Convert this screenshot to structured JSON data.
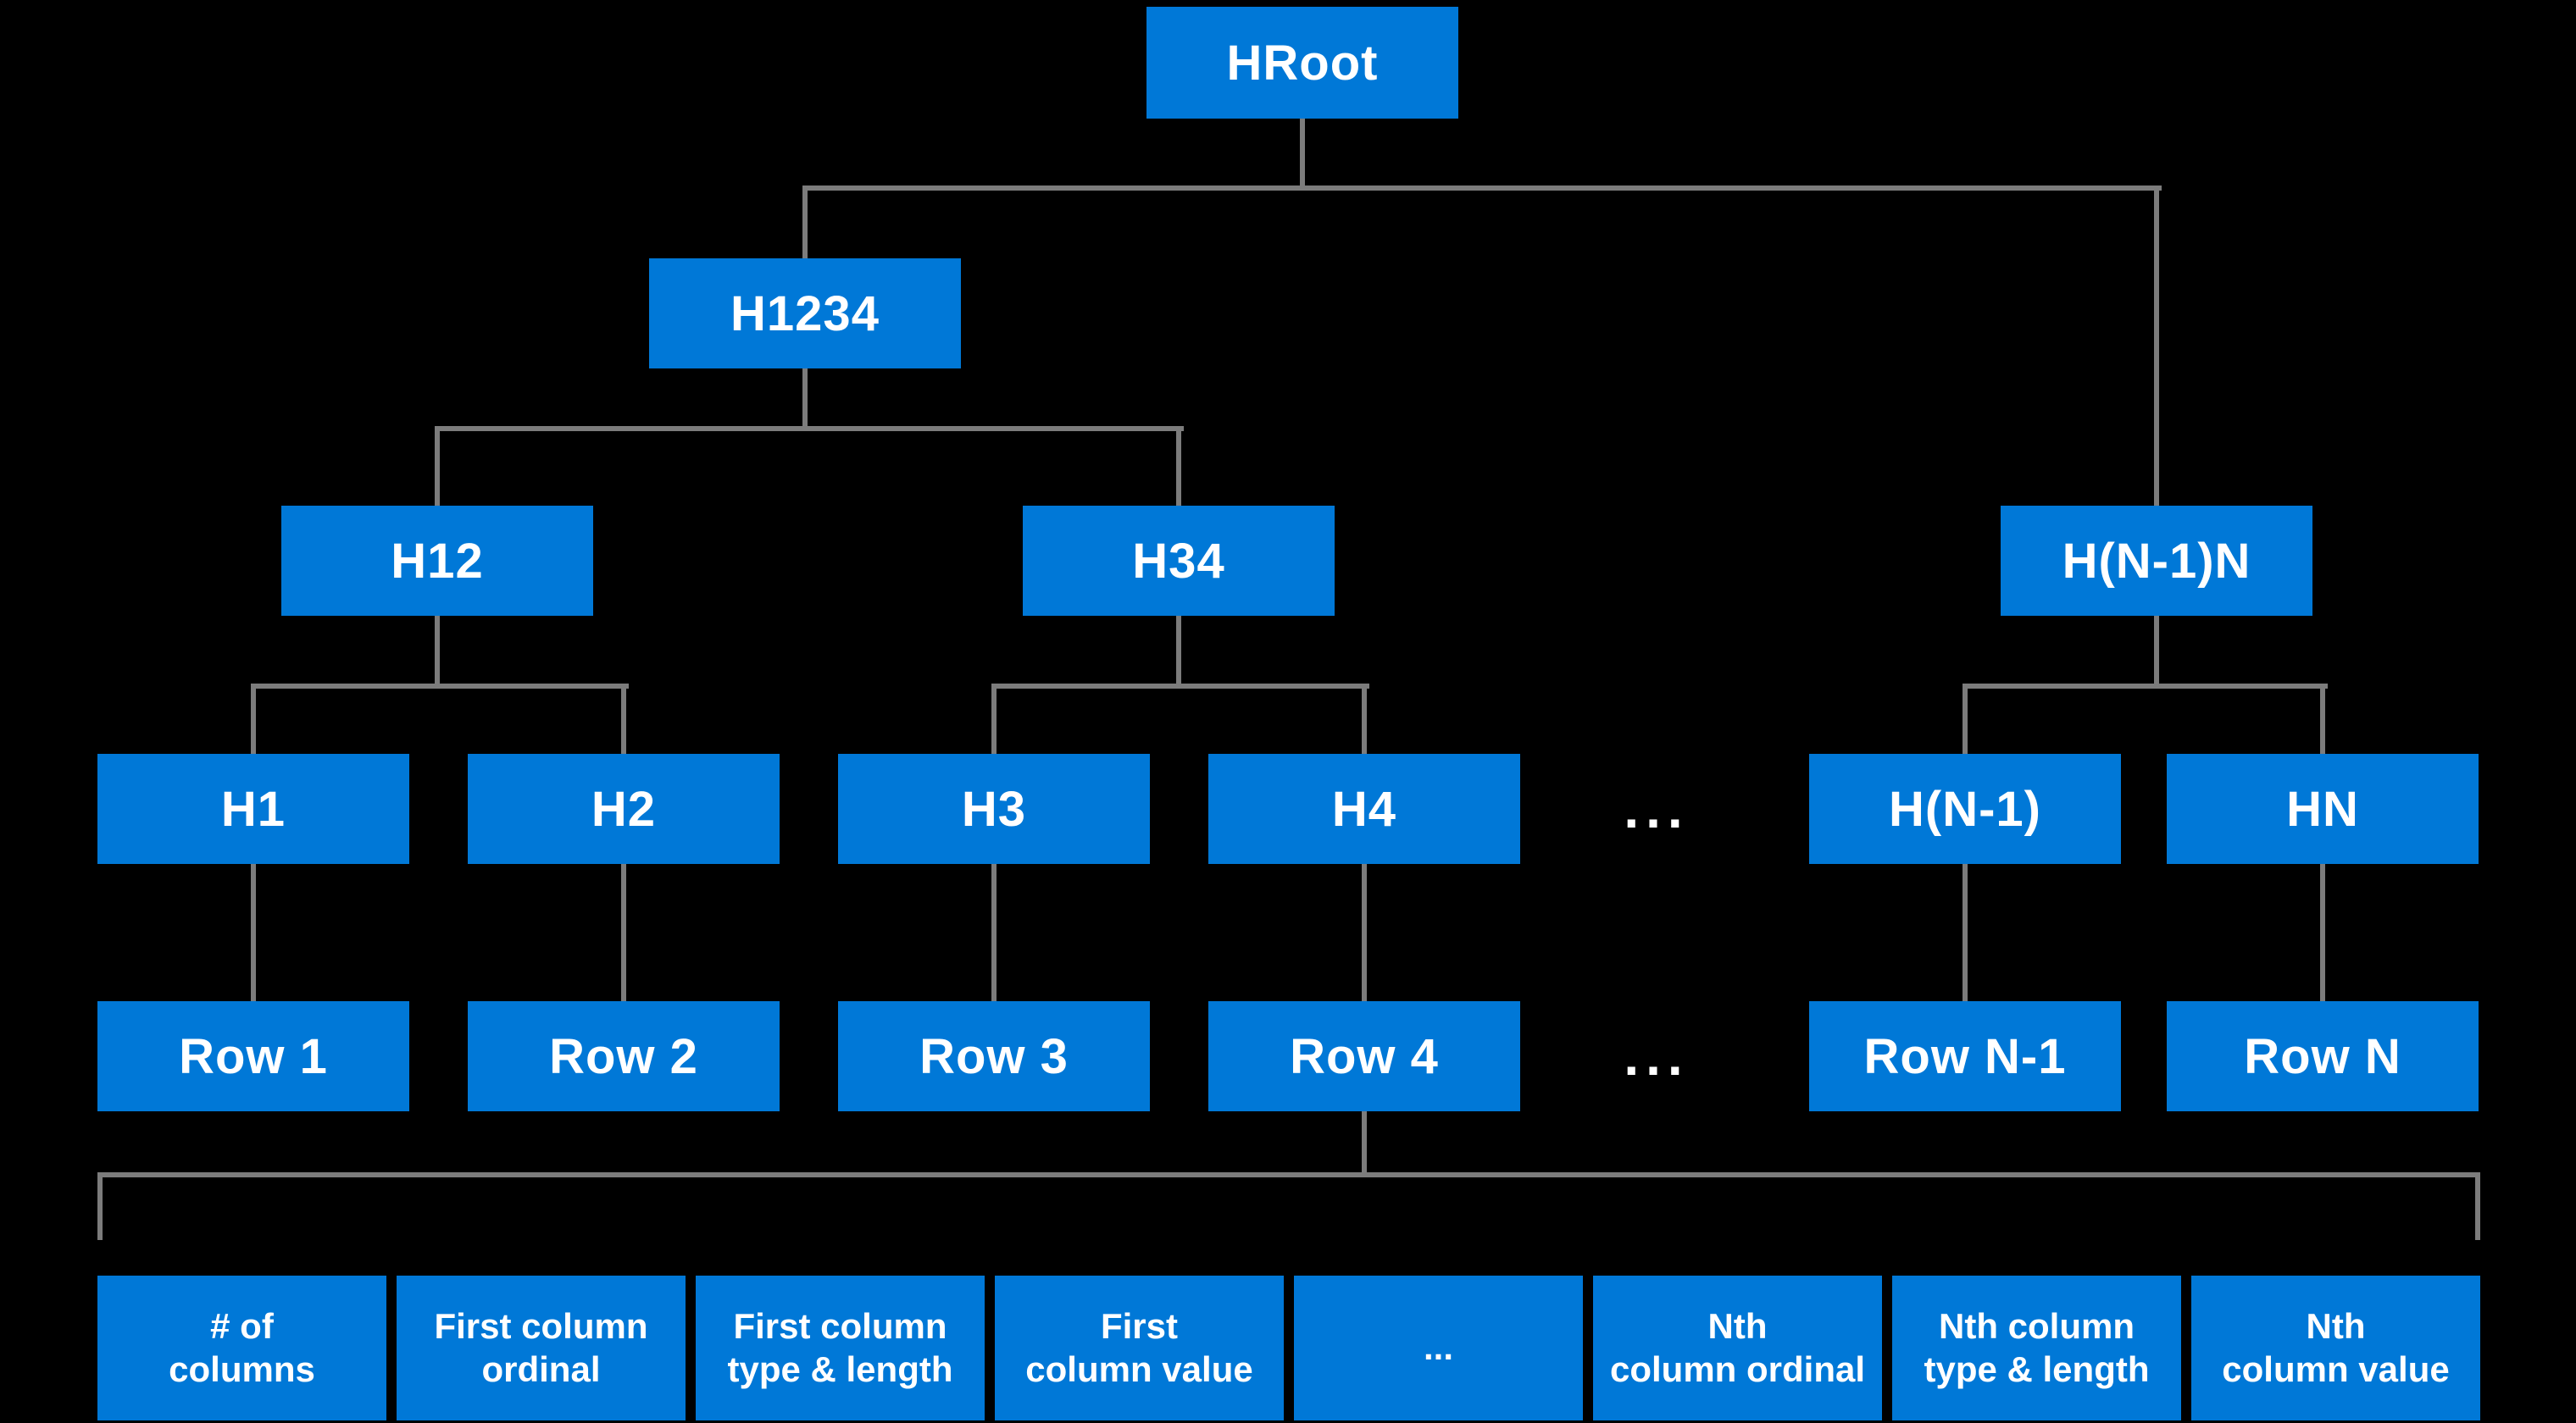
{
  "diagram": {
    "type": "hash-tree",
    "colors": {
      "background": "#000000",
      "node_fill": "#0078D7",
      "connector_gray": "#7C7C7C",
      "text": "#FFFFFF"
    },
    "nodes": {
      "hroot": "HRoot",
      "h1234": "H1234",
      "h12": "H12",
      "h34": "H34",
      "hn1n": "H(N-1)N",
      "h1": "H1",
      "h2": "H2",
      "h3": "H3",
      "h4": "H4",
      "hn1": "H(N-1)",
      "hn": "HN",
      "row1": "Row 1",
      "row2": "Row 2",
      "row3": "Row 3",
      "row4": "Row 4",
      "rown1": "Row N-1",
      "rown": "Row N",
      "ellipsis_hash_level": "...",
      "ellipsis_row_level": "..."
    },
    "row_fields": [
      {
        "line1": "# of",
        "line2": "columns"
      },
      {
        "line1": "First column",
        "line2": "ordinal"
      },
      {
        "line1": "First column",
        "line2": "type & length"
      },
      {
        "line1": "First",
        "line2": "column value"
      },
      {
        "line1": "...",
        "line2": ""
      },
      {
        "line1": "Nth",
        "line2": "column ordinal"
      },
      {
        "line1": "Nth column",
        "line2": "type & length"
      },
      {
        "line1": "Nth",
        "line2": "column value"
      }
    ]
  }
}
